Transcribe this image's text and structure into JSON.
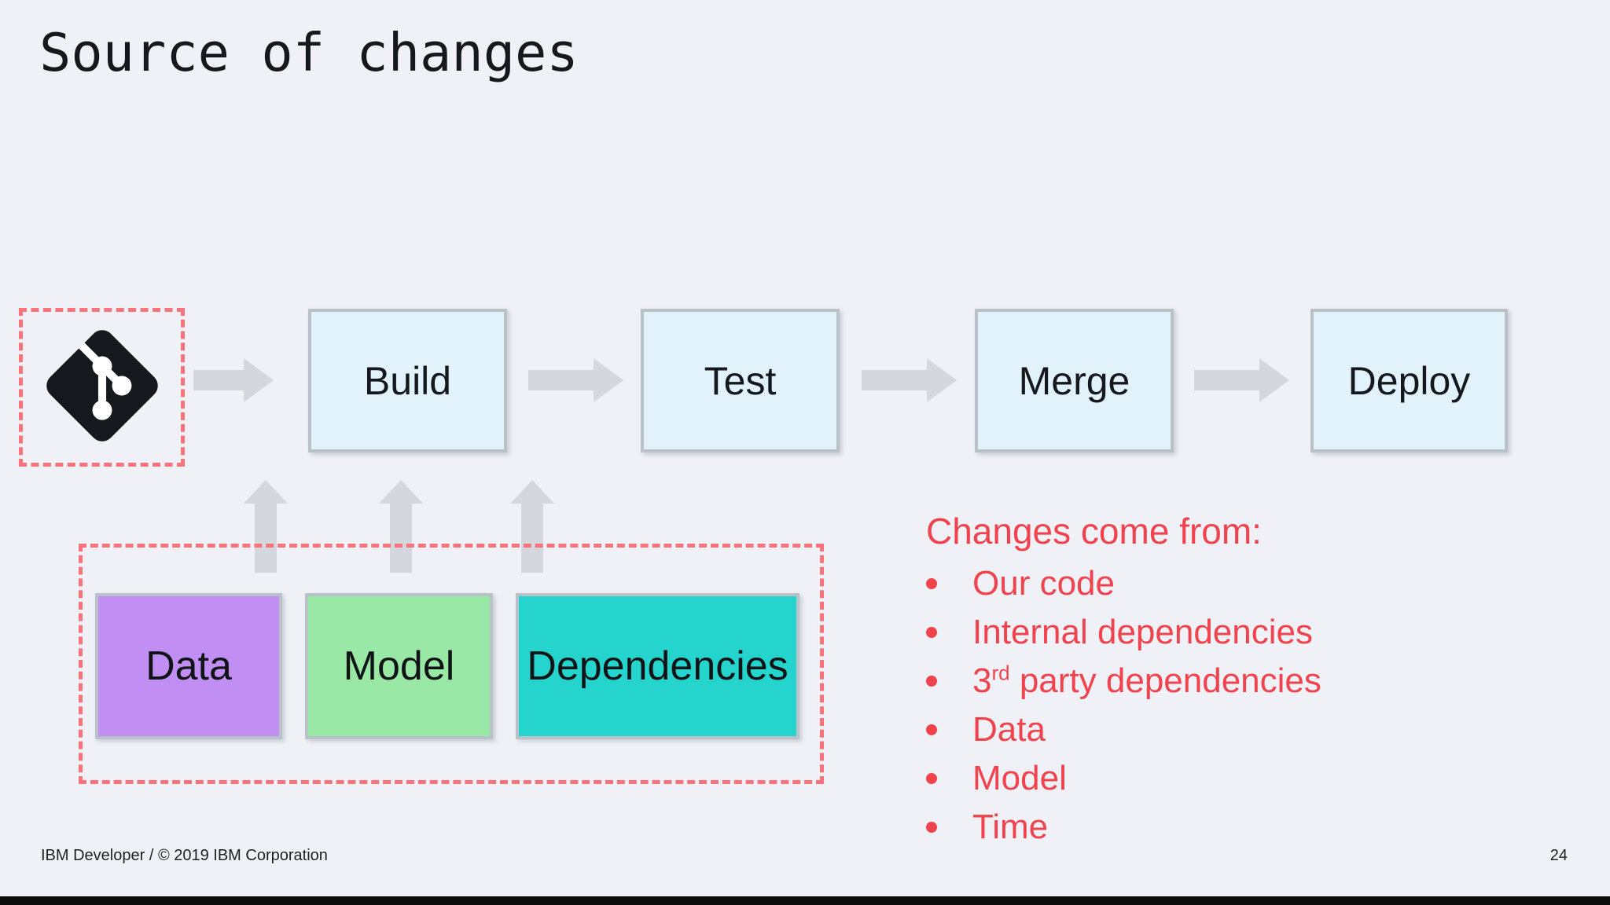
{
  "slide": {
    "title": "Source of changes",
    "footer": "IBM Developer / © 2019 IBM Corporation",
    "page_number": "24",
    "background_color": "#eff1f6",
    "bottom_bar_color": "#0b0b0b"
  },
  "pipeline": {
    "source": {
      "icon": "git-icon",
      "icon_color": "#15181c"
    },
    "stages": [
      {
        "label": "Build"
      },
      {
        "label": "Test"
      },
      {
        "label": "Merge"
      },
      {
        "label": "Deploy"
      }
    ],
    "stage_fill": "#e2f2fb",
    "stage_border": "#b9c1c9",
    "arrow_color": "#d4d8de"
  },
  "change_sources": {
    "boxes": [
      {
        "label": "Data",
        "fill": "#c18ff3"
      },
      {
        "label": "Model",
        "fill": "#9ae8a5"
      },
      {
        "label": "Dependencies",
        "fill": "#25d4cd"
      }
    ],
    "dashed_border_color": "#f8737c"
  },
  "changes_list": {
    "heading": "Changes come from:",
    "items": [
      {
        "text": "Our code"
      },
      {
        "text": "Internal dependencies"
      },
      {
        "text_pre": "3",
        "sup": "rd",
        "text_post": " party dependencies"
      },
      {
        "text": "Data"
      },
      {
        "text": "Model"
      },
      {
        "text": "Time"
      }
    ],
    "text_color": "#f0434e"
  }
}
